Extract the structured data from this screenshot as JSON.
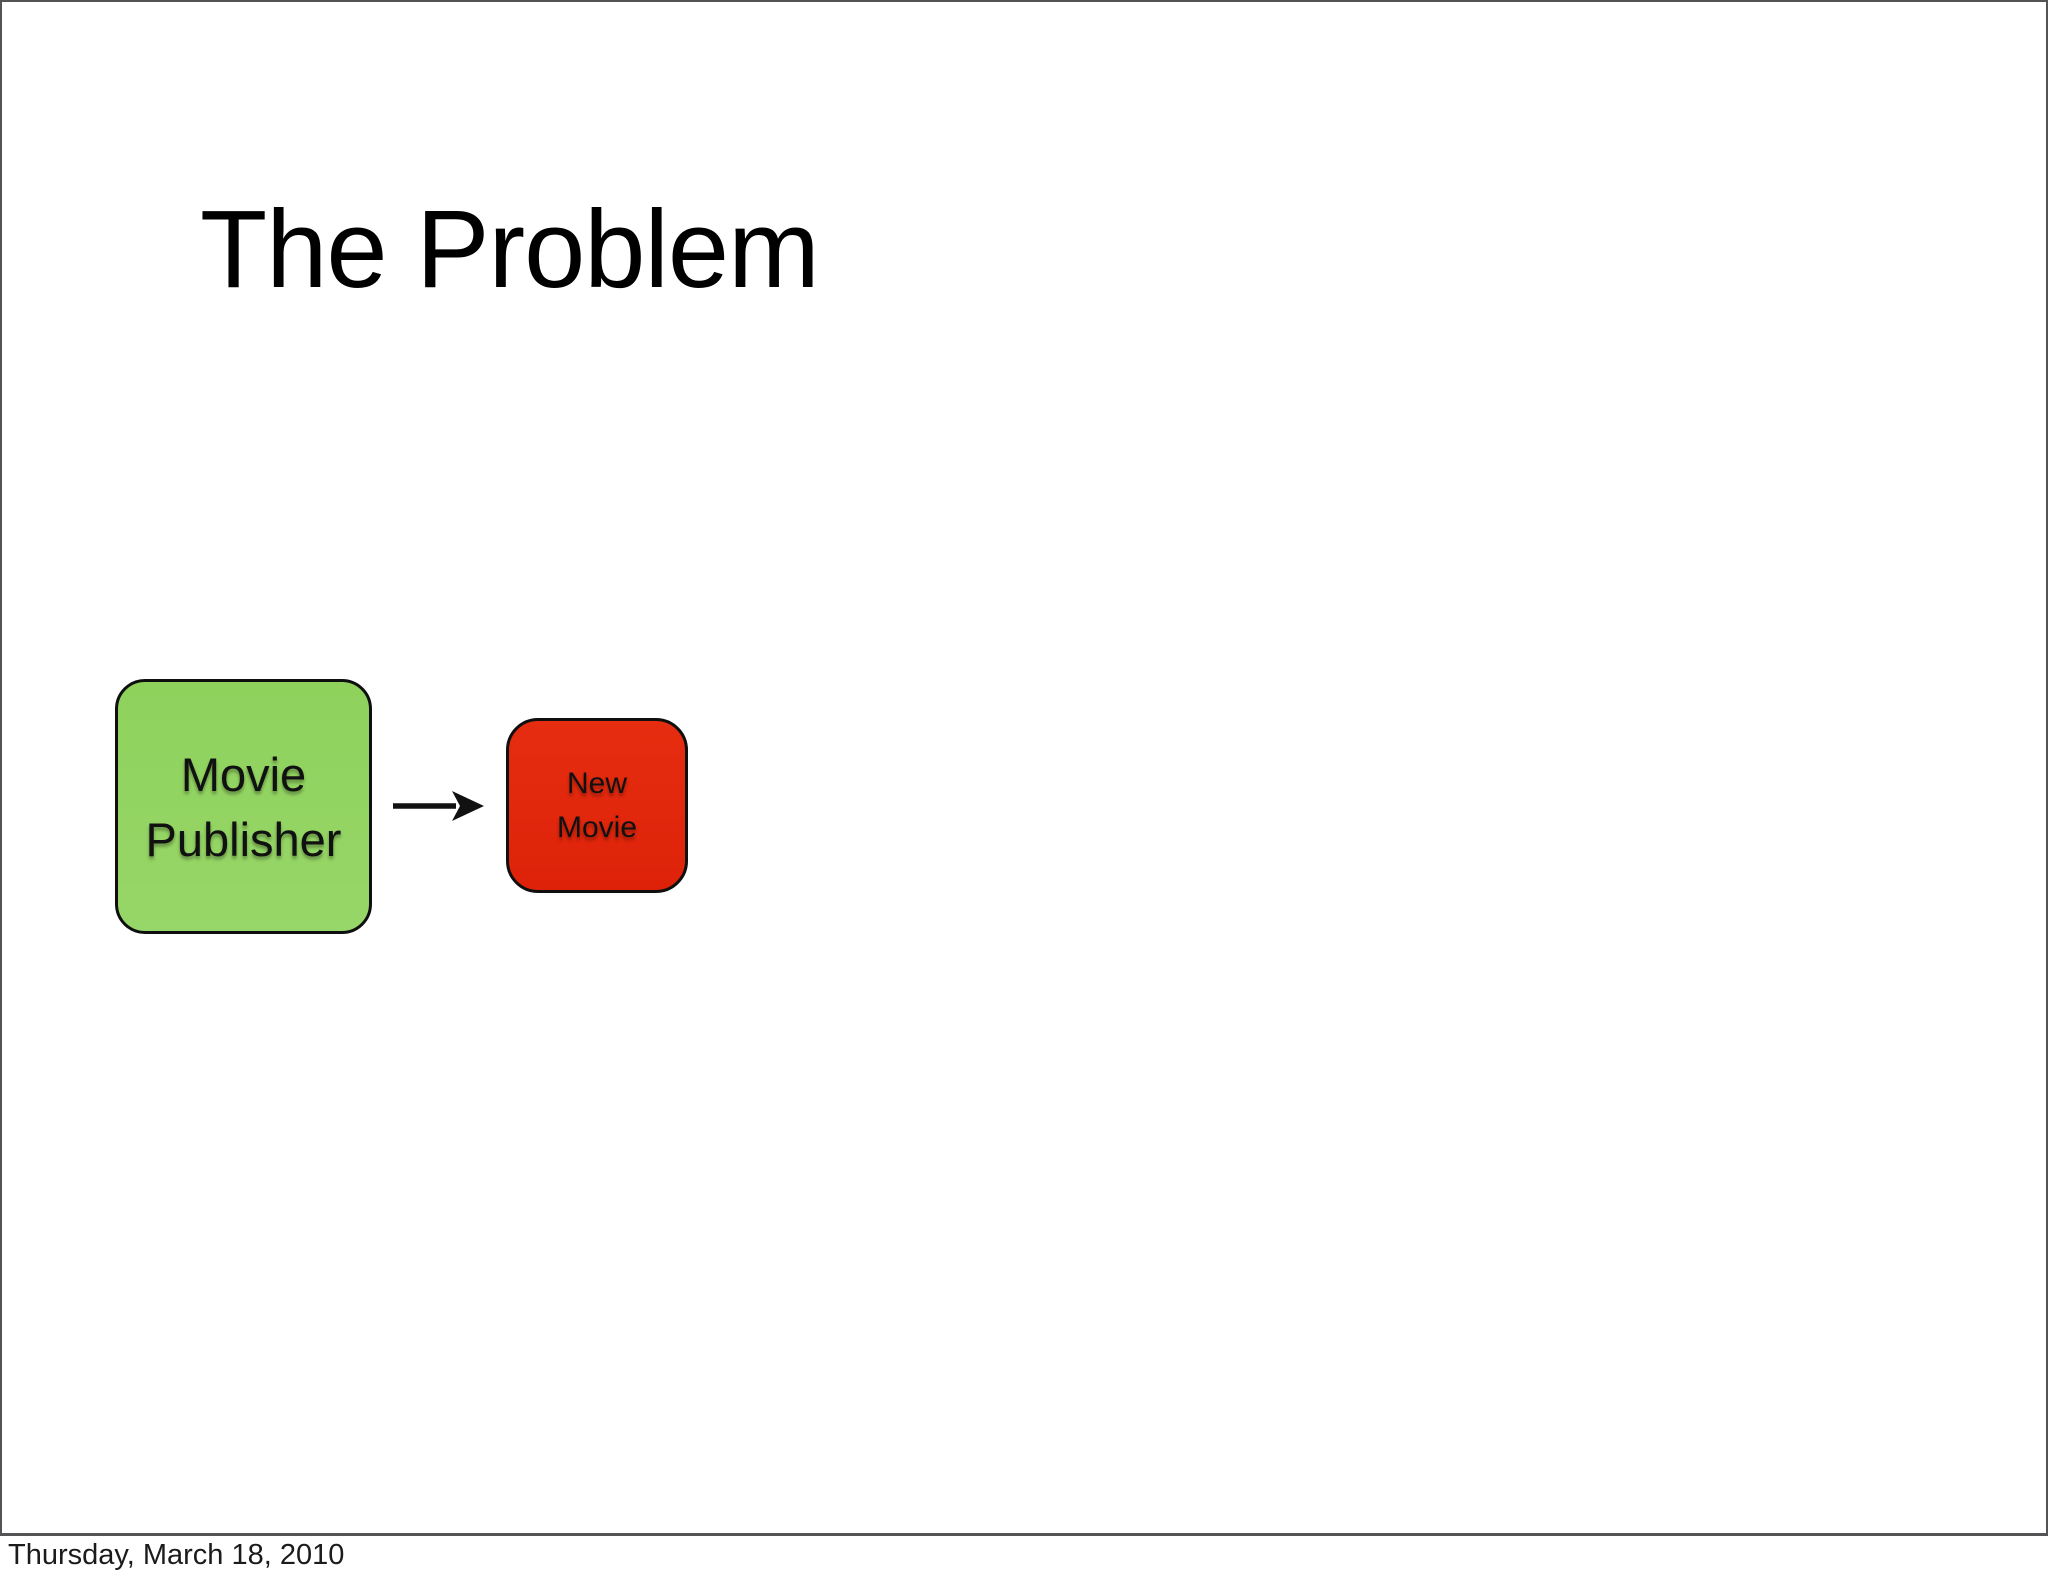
{
  "slide": {
    "title": "The Problem",
    "diagram": {
      "publisher_box": {
        "lines": [
          "Movie",
          "Publisher"
        ]
      },
      "movie_box": {
        "lines": [
          "New",
          "Movie"
        ]
      }
    }
  },
  "footer": {
    "date": "Thursday, March 18, 2010"
  },
  "colors": {
    "publisher_fill_top": "#8ed25c",
    "publisher_fill_bottom": "#97d668",
    "movie_fill_top": "#e62d10",
    "movie_fill_bottom": "#dd2209",
    "node_border": "#0f0f0f",
    "arrow": "#111111",
    "slide_border": "#545457",
    "text": "#111111"
  }
}
